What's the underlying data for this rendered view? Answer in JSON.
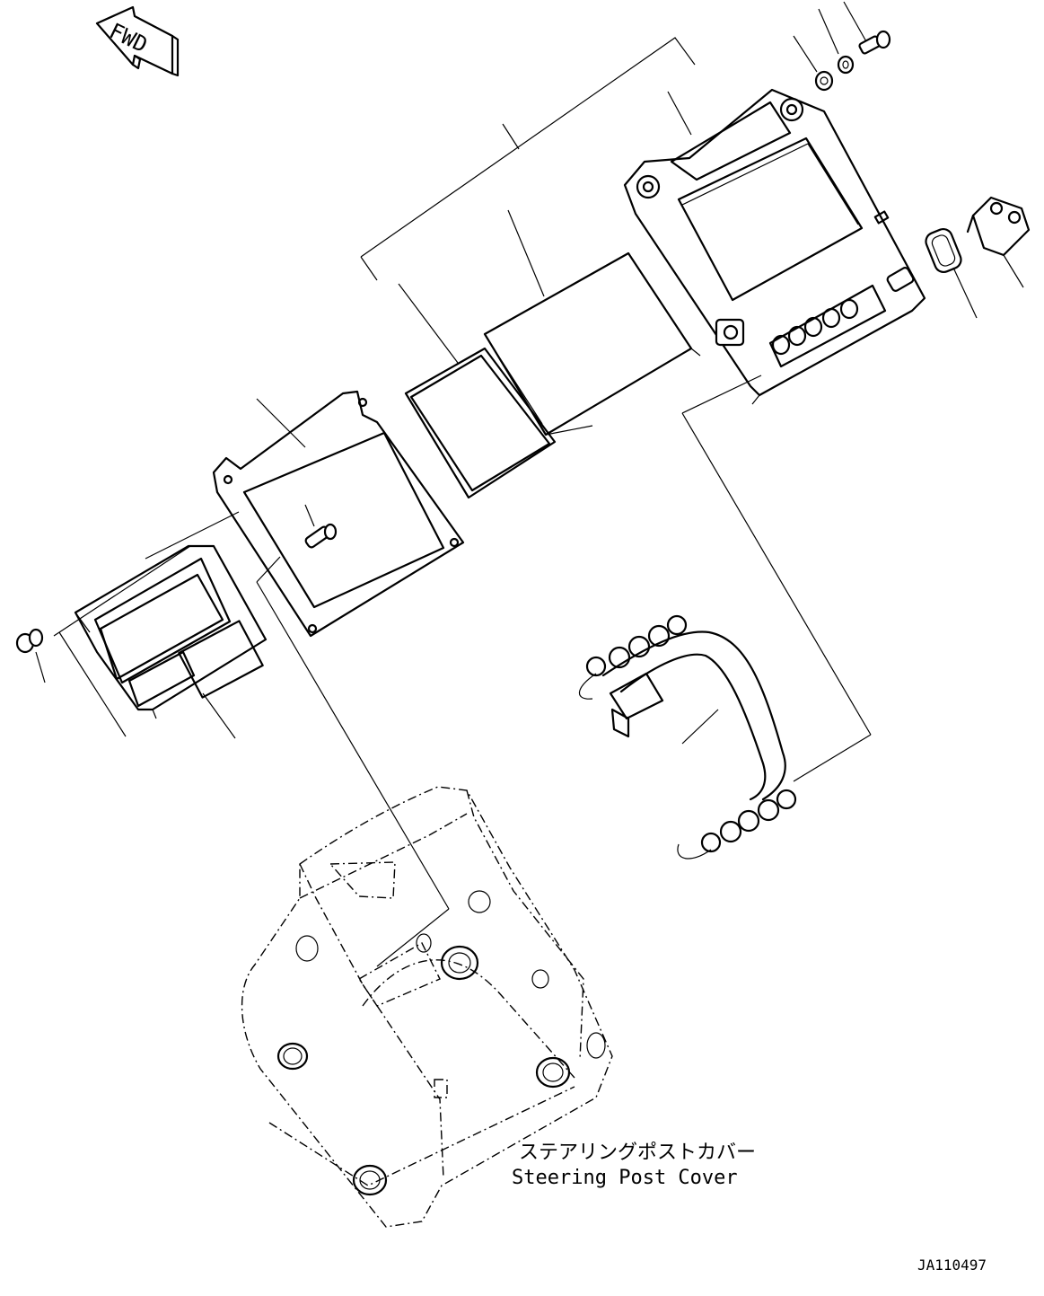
{
  "direction_marker": {
    "label": "FWD"
  },
  "part_caption": {
    "japanese": "ステアリングポストカバー",
    "english": "Steering Post Cover"
  },
  "drawing_number": "JA110497"
}
